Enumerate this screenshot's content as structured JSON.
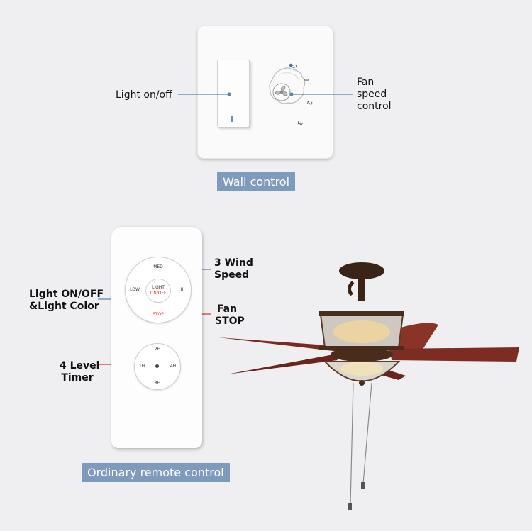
{
  "wall": {
    "light_label": "Light on/off",
    "fan_label": "Fan\nspeed\ncontrol",
    "tag": "Wall control",
    "knob_marks": [
      "0",
      "1",
      "2",
      "3"
    ]
  },
  "remote": {
    "wind_label": "3 Wind\nSpeed",
    "light_label": "Light ON/OFF\n&Light Color",
    "stop_label": "Fan\nSTOP",
    "timer_label": "4 Level\nTimer",
    "tag": "Ordinary remote control",
    "buttons": {
      "med": "MED",
      "low": "LOW",
      "hi": "HI",
      "light": "LIGHT",
      "onoff": "ON/OFF",
      "stop": "STOP",
      "t2": "2H",
      "t1": "1H",
      "t4": "4H",
      "t8": "8H"
    }
  },
  "colors": {
    "tag_bg": "#7e9bbd",
    "pointer_blue": "#5b84b1",
    "pointer_red": "#d23b32",
    "background": "#efeff1"
  }
}
